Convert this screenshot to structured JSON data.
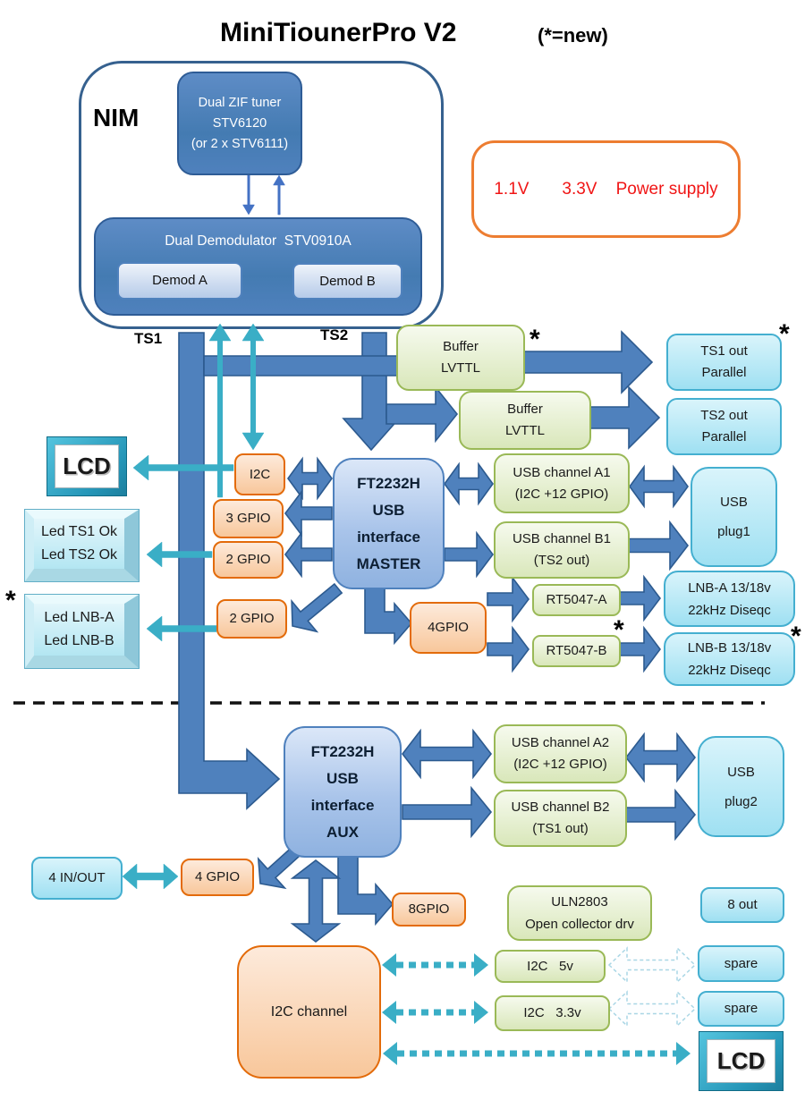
{
  "title": "MiniTiounerPro V2",
  "legend": "(*=new)",
  "star": "*",
  "nim": {
    "label": "NIM",
    "tuner1": "Dual ZIF tuner",
    "tuner2": "STV6120",
    "tuner3": "(or 2 x STV6111)",
    "demod_title": "Dual Demodulator  STV0910A",
    "demod_a": "Demod A",
    "demod_b": "Demod B",
    "ts1": "TS1",
    "ts2": "TS2"
  },
  "power": "1.1V       3.3V    Power supply",
  "master": {
    "buffer1a": "Buffer",
    "buffer1b": "LVTTL",
    "buffer2a": "Buffer",
    "buffer2b": "LVTTL",
    "ts1out1": "TS1 out",
    "ts1out2": "Parallel",
    "ts2out1": "TS2 out",
    "ts2out2": "Parallel",
    "lcd": "LCD",
    "i2c": "I2C",
    "gpio3": "3 GPIO",
    "gpio2a": "2 GPIO",
    "gpio2b": "2 GPIO",
    "led_ts1": "Led TS1 Ok",
    "led_ts2": "Led TS2 Ok",
    "led_lnba": "Led LNB-A",
    "led_lnbb": "Led LNB-B",
    "ft1": "FT2232H",
    "ft2": "USB",
    "ft3": "interface",
    "ft4": "MASTER",
    "usba1_1": "USB channel A1",
    "usba1_2": "(I2C +12 GPIO)",
    "usbb1_1": "USB channel B1",
    "usbb1_2": "(TS2 out)",
    "plug1a": "USB",
    "plug1b": "plug1",
    "gpio4": "4GPIO",
    "rta": "RT5047-A",
    "rtb": "RT5047-B",
    "lnba1": "LNB-A 13/18v",
    "lnba2": "22kHz Diseqc",
    "lnbb1": "LNB-B 13/18v",
    "lnbb2": "22kHz Diseqc"
  },
  "aux": {
    "ft1": "FT2232H",
    "ft2": "USB",
    "ft3": "interface",
    "ft4": "AUX",
    "usba2_1": "USB channel A2",
    "usba2_2": "(I2C +12 GPIO)",
    "usbb2_1": "USB channel B2",
    "usbb2_2": "(TS1 out)",
    "plug2a": "USB",
    "plug2b": "plug2",
    "inout": "4 IN/OUT",
    "gpio4": "4 GPIO",
    "gpio8": "8GPIO",
    "uln1": "ULN2803",
    "uln2": "Open collector drv",
    "out8": "8 out",
    "i2cchan": "I2C channel",
    "i2c5": "I2C   5v",
    "i2c33": "I2C   3.3v",
    "spare1": "spare",
    "spare2": "spare",
    "lcd": "LCD"
  },
  "colors": {
    "arrow_blue": "#4f81bd",
    "arrow_blue_edge": "#2c5a8f",
    "teal": "#3aaec6",
    "orange_border": "#e36b0a",
    "green_border": "#9ab957",
    "cyan_border": "#44afd0",
    "power_border": "#ed7d31",
    "power_text": "#f01515"
  }
}
